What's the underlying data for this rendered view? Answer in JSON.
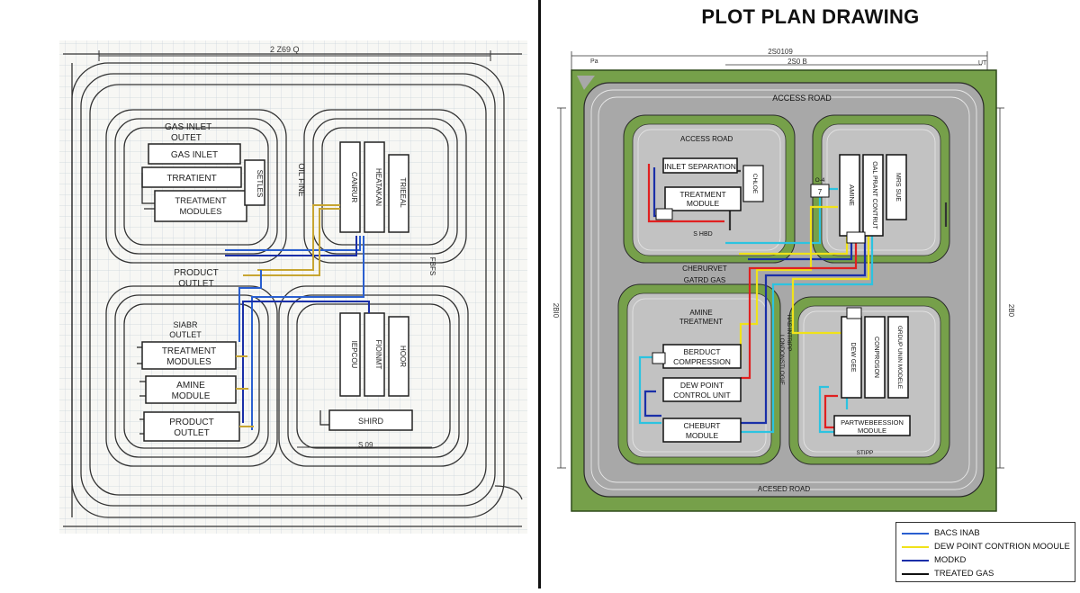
{
  "title": "PLOT PLAN DRAWING",
  "colors": {
    "blue": "#2a5fd0",
    "yellow": "#f0e21a",
    "navy": "#1a2fa8",
    "black": "#111111",
    "red": "#e02020",
    "cyan": "#2cc3e0",
    "grass": "#76a04a",
    "pad": "#c2c2c2",
    "road": "#a8a8a8"
  },
  "sketch": {
    "dim_top": "2 Z69 Q",
    "dim_bottom": "S 09",
    "labels": {
      "gas_inlet_outlet_1": "GAS INLET",
      "gas_inlet_outlet_2": "OUTET",
      "gas_inlet": "GAS INLET",
      "trratient": "TRRATIENT",
      "treatment_modules": [
        "TREATMENT",
        "MODULES"
      ],
      "setles": "SETLES",
      "oil_fine": "OIL FINE",
      "product_outlet": [
        "PRODUCT",
        "OUTLET"
      ],
      "siabr_outlet": [
        "SIABR",
        "OUTLET"
      ],
      "treatment_modules_2": [
        "TREATMENT",
        "MODULES"
      ],
      "amine_module": [
        "AMINE",
        "MODULE"
      ],
      "product_outlet_2": [
        "PRODUCT",
        "OUTLET"
      ],
      "shird": "SHIRD",
      "tower_1": "CANRUR",
      "tower_2": "HEATAKAN",
      "tower_3": "TRIEEAL",
      "tower_4": "FBFS",
      "tower_5": "IEPCOU",
      "tower_6": "FIOINMT",
      "tower_7": "HOOR"
    }
  },
  "plan": {
    "dim_top": "2S0109",
    "dim_top_2": "2S0 B",
    "dim_left": "2BI0",
    "dim_right": "2B0",
    "dim_small_left": "Pa",
    "dim_small_right": "UT",
    "access_road_top": "ACCESS ROAD",
    "access_road_bottom": "ACESED ROAD",
    "access_road_inner": "ACCESS ROAD",
    "inlet_separation": "INLET SEPARATION",
    "treatment_module": [
      "TREATMENT",
      "MODULE"
    ],
    "small_vessel": "CHLOE",
    "pad_dim_1": "S HBD",
    "cherurovet": "CHERURVET",
    "gated_gas": "GATRD GAS",
    "amine_treatment": [
      "AMINE",
      "TREATMENT"
    ],
    "beroduct_compression": [
      "BERDUCT",
      "COMPRESSION"
    ],
    "dew_point_control": [
      "DEW POINT",
      "CONTROL UNIT"
    ],
    "cheburt_module": [
      "CHEBURT",
      "MODULE"
    ],
    "amine": "AMINE",
    "oal_plant_control": "OAL PRANT CONTRUT",
    "mrs_sue": "MRS SUE",
    "dew_gee": "DEW GEE",
    "conproson": "CONPROSON",
    "group_unin_modele": "GRDUP UNIN MODELE",
    "partwebeession_module": [
      "PARTWEBEESSION",
      "MODULE"
    ],
    "stipp": "STIPP",
    "tag_04": "O-4",
    "tag_7": "7",
    "vert_label_1": "LONDONSTLOGIE",
    "vert_label_2": "HAS INTRIPP"
  },
  "legend": [
    {
      "label": "BACS INAB",
      "color": "#2a5fd0"
    },
    {
      "label": "DEW POINT CONTRION MOOULE",
      "color": "#f0e21a"
    },
    {
      "label": "MODKD",
      "color": "#1a2fa8"
    },
    {
      "label": "TREATED GAS",
      "color": "#111111"
    }
  ]
}
